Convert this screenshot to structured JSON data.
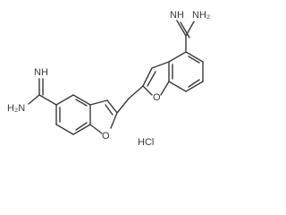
{
  "molecule": {
    "labels": {
      "amidine1_nh": "NH",
      "amidine1_nh2": "NH₂",
      "amidine2_nh": "NH",
      "amidine2_nh2": "H₂N",
      "furan1_o": "O",
      "furan2_o": "O",
      "salt": "HCl"
    }
  }
}
